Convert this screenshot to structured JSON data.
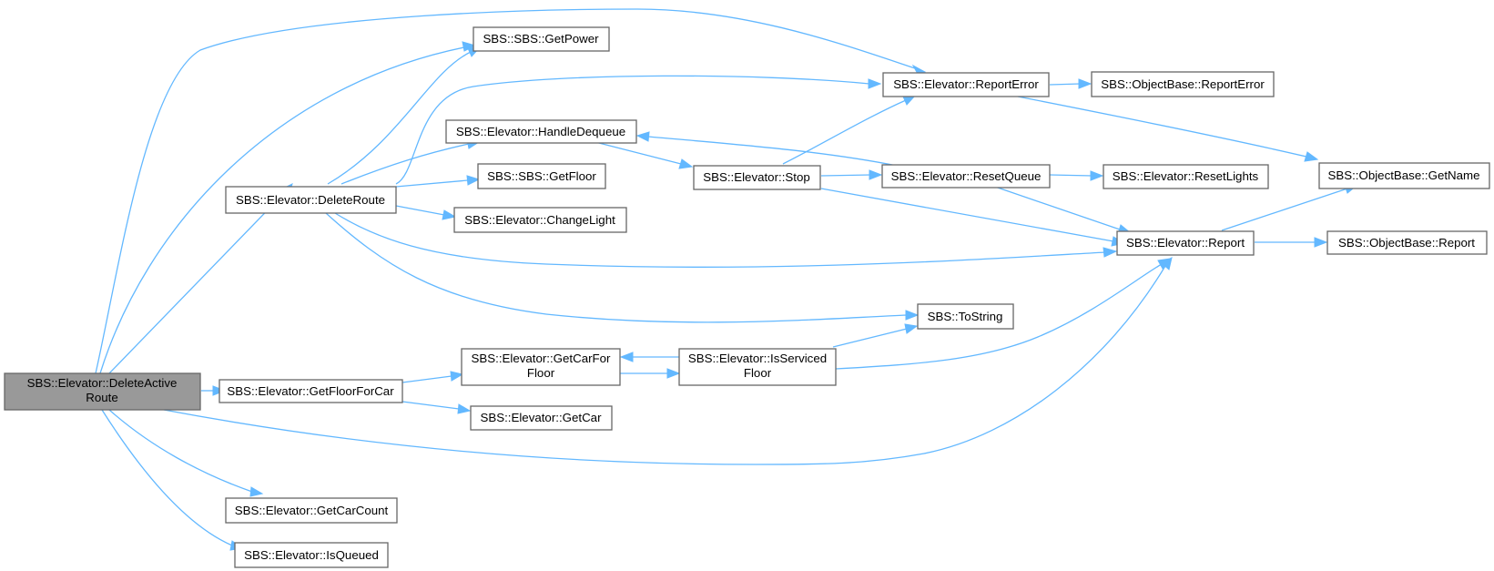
{
  "nodes": {
    "deleteActiveRoute": [
      "SBS::Elevator::DeleteActive",
      "Route"
    ],
    "deleteRoute": [
      "SBS::Elevator::DeleteRoute"
    ],
    "getFloorForCar": [
      "SBS::Elevator::GetFloorForCar"
    ],
    "getCarCount": [
      "SBS::Elevator::GetCarCount"
    ],
    "isQueued": [
      "SBS::Elevator::IsQueued"
    ],
    "getPower": [
      "SBS::SBS::GetPower"
    ],
    "handleDequeue": [
      "SBS::Elevator::HandleDequeue"
    ],
    "getFloor": [
      "SBS::SBS::GetFloor"
    ],
    "changeLight": [
      "SBS::Elevator::ChangeLight"
    ],
    "getCarForFloor": [
      "SBS::Elevator::GetCarFor",
      "Floor"
    ],
    "getCar": [
      "SBS::Elevator::GetCar"
    ],
    "stop": [
      "SBS::Elevator::Stop"
    ],
    "isServicedFloor": [
      "SBS::Elevator::IsServiced",
      "Floor"
    ],
    "reportError": [
      "SBS::Elevator::ReportError"
    ],
    "resetQueue": [
      "SBS::Elevator::ResetQueue"
    ],
    "toString": [
      "SBS::ToString"
    ],
    "objReportError": [
      "SBS::ObjectBase::ReportError"
    ],
    "resetLights": [
      "SBS::Elevator::ResetLights"
    ],
    "report": [
      "SBS::Elevator::Report"
    ],
    "getName": [
      "SBS::ObjectBase::GetName"
    ],
    "objReport": [
      "SBS::ObjectBase::Report"
    ]
  },
  "colors": {
    "edge": "#63b8ff",
    "node_border": "#666666",
    "root_fill": "#999999",
    "node_fill": "#ffffff"
  }
}
